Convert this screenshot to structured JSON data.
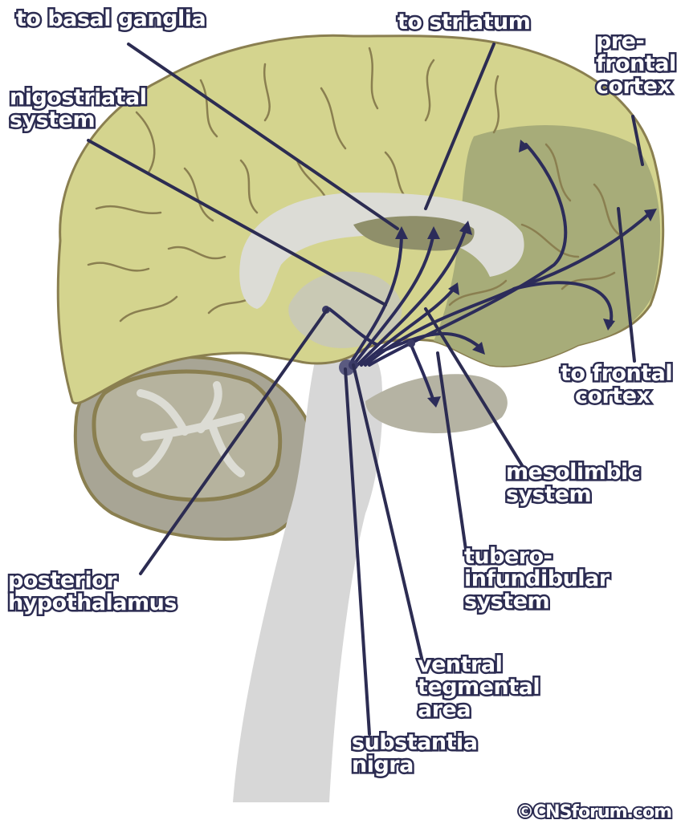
{
  "diagram": {
    "labels": {
      "basal_ganglia": [
        "to basal ganglia"
      ],
      "striatum": [
        "to striatum"
      ],
      "prefrontal": [
        "pre-",
        "frontal",
        "cortex"
      ],
      "nigostriatal": [
        "nigostriatal",
        "system"
      ],
      "frontal_cortex": [
        "to frontal",
        "cortex"
      ],
      "mesolimbic": [
        "mesolimbic",
        "system"
      ],
      "tuberoinfundibular": [
        "tubero-",
        "infundibular",
        "system"
      ],
      "posterior_hypothalamus": [
        "posterior",
        "hypothalamus"
      ],
      "ventral_tegmental": [
        "ventral",
        "tegmental",
        "area"
      ],
      "substantia_nigra": [
        "substantia",
        "nigra"
      ]
    },
    "credit": "©CNSforum.com",
    "colors": {
      "cortex": "#d4d48e",
      "cortex_outline": "#8a7f50",
      "frontal_shade": "#a7ac79",
      "brainstem": "#d7d7d7",
      "cerebellum": "#a8a595",
      "pathway": "#2c2c5a",
      "label_outline": "#2c2c52"
    }
  }
}
